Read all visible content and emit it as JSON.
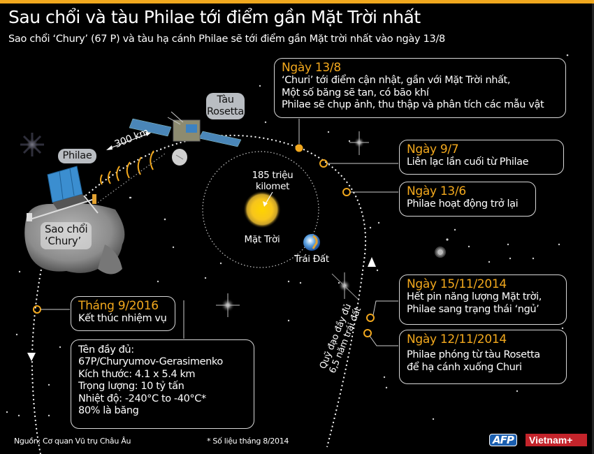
{
  "header": {
    "title": "Sau chổi và tàu Philae tới điểm gần Mặt Trời nhất",
    "subtitle": "Sao chổi ‘Chury’ (67 P) và tàu hạ cánh Philae sẽ tới điểm gần Mặt trời nhất vào ngày 13/8"
  },
  "colors": {
    "accent": "#f2a81d",
    "top_bar": "#f0a81e",
    "background": "#000000",
    "box_border": "#d8d8d8",
    "afp_blue": "#1b5fb0",
    "vietnamplus_red": "#c4242b"
  },
  "objects": {
    "rosetta_label": [
      "Tàu",
      "Rosetta"
    ],
    "philae_label": "Philae",
    "distance_label": "300 km",
    "comet_label": [
      "Sao chổi",
      "‘Chury’"
    ],
    "sun_distance_label": [
      "185 triệu",
      "kilomet"
    ],
    "sun_label": "Mặt Trời",
    "earth_label": "Trái Đất",
    "orbit_label": [
      "Quỹ đạo đầy đủ",
      "6,5 năm trái đất"
    ]
  },
  "timeline": [
    {
      "date": "Ngày 13/8",
      "lines": [
        "‘Churi’ tới điểm cận nhật, gần với Mặt Trời nhất,",
        "Một số băng sẽ tan, có bão khí",
        "Philae sẽ chụp ảnh, thu thập và phân tích các mẫu vật"
      ]
    },
    {
      "date": "Ngày 9/7",
      "lines": [
        "Liên lạc lần cuối từ Philae"
      ]
    },
    {
      "date": "Ngày 13/6",
      "lines": [
        "Philae hoạt động trở lại"
      ]
    },
    {
      "date": "Ngày 15/11/2014",
      "lines": [
        "Hết pin năng lượng Mặt trời,",
        "Philae sang trạng thái ‘ngủ’"
      ]
    },
    {
      "date": "Ngày 12/11/2014",
      "lines": [
        "Philae phóng từ tàu Rosetta",
        "để hạ cánh xuống Churi"
      ]
    },
    {
      "date": "Tháng 9/2016",
      "lines": [
        "Kết thúc nhiệm vụ"
      ]
    }
  ],
  "facts": {
    "lines": [
      "Tên đầy đủ:",
      "67P/Churyumov-Gerasimenko",
      "Kích thước: 4.1 x 5.4 km",
      "Trọng lượng: 10 tỷ tấn",
      "Nhiệt độ: -240°C to -40°C*",
      "80% là băng"
    ]
  },
  "footer": {
    "source": "Nguồn: Cơ quan Vũ trụ Châu Âu",
    "note": "* Số liệu tháng 8/2014",
    "logo_afp": "AFP",
    "logo_vietnamplus": "Vietnam+"
  }
}
